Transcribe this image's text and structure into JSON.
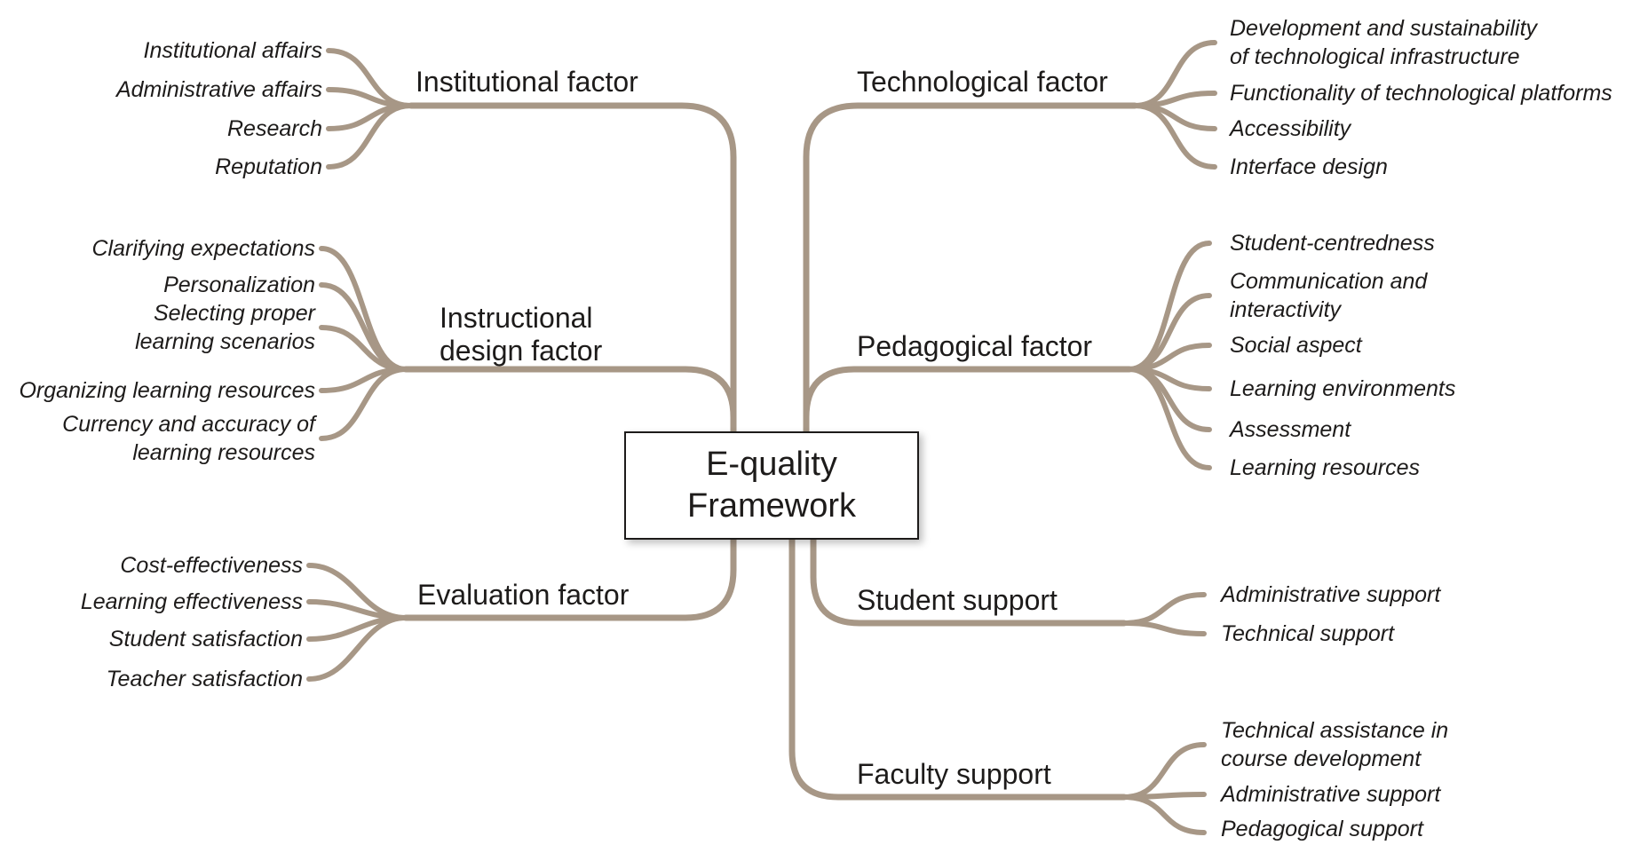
{
  "title": "E-quality Framework",
  "center_label": "E-quality\nFramework",
  "colors": {
    "branch": "#a79786",
    "text": "#1d1b1a",
    "box-border": "#1d1b1a",
    "box-bg": "#ffffff"
  },
  "branches": [
    {
      "label": "Institutional factor",
      "side": "left",
      "children": [
        "Institutional affairs",
        "Administrative affairs",
        "Research",
        "Reputation"
      ]
    },
    {
      "label": "Instructional\ndesign factor",
      "side": "left",
      "children": [
        "Clarifying expectations",
        "Personalization",
        "Selecting proper\nlearning scenarios",
        "Organizing learning resources",
        "Currency and accuracy of\nlearning resources"
      ]
    },
    {
      "label": "Evaluation factor",
      "side": "left",
      "children": [
        "Cost-effectiveness",
        "Learning effectiveness",
        "Student satisfaction",
        "Teacher satisfaction"
      ]
    },
    {
      "label": "Technological factor",
      "side": "right",
      "children": [
        "Development and sustainability\nof technological infrastructure",
        "Functionality of technological platforms",
        "Accessibility",
        "Interface design"
      ]
    },
    {
      "label": "Pedagogical factor",
      "side": "right",
      "children": [
        "Student-centredness",
        "Communication and\ninteractivity",
        "Social aspect",
        "Learning environments",
        "Assessment",
        "Learning resources"
      ]
    },
    {
      "label": "Student support",
      "side": "right",
      "children": [
        "Administrative support",
        "Technical support"
      ]
    },
    {
      "label": "Faculty support",
      "side": "right",
      "children": [
        "Technical assistance in\ncourse development",
        "Administrative support",
        "Pedagogical support"
      ]
    }
  ]
}
